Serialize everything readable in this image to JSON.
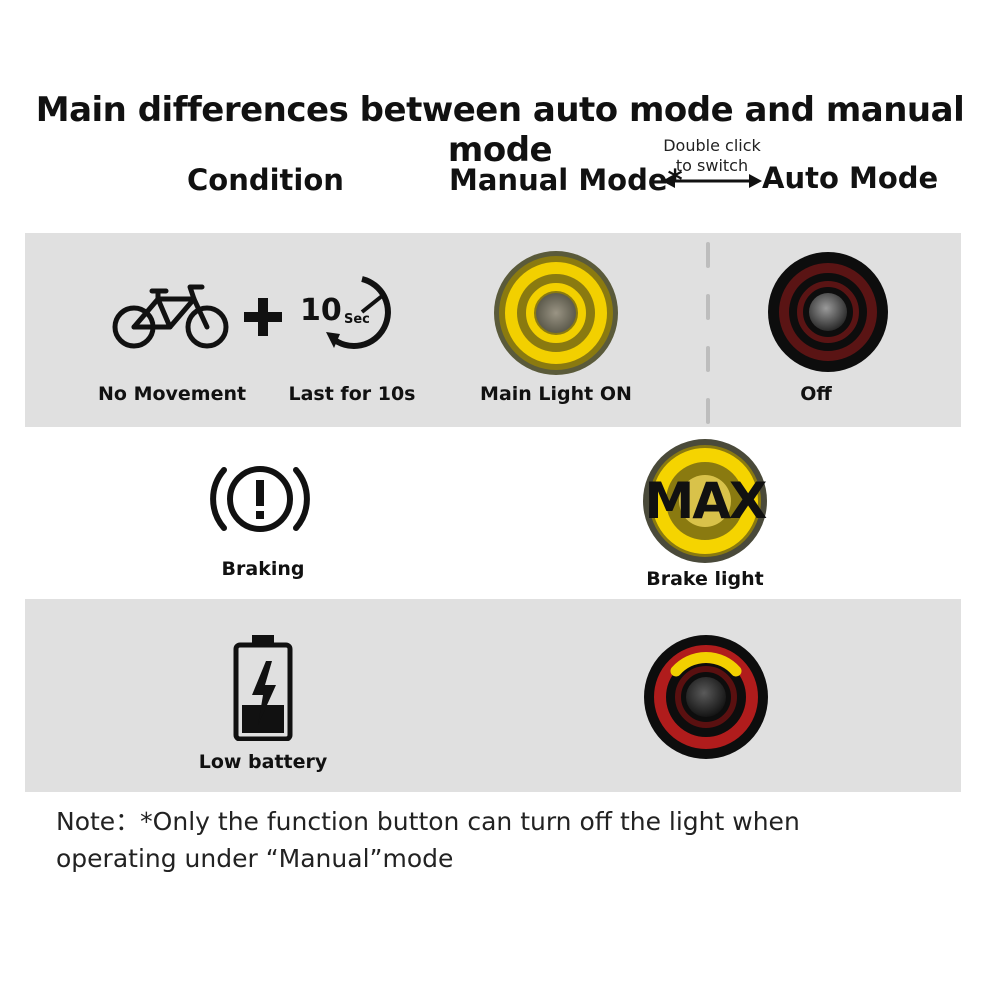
{
  "title": "Main differences between auto mode and manual mode",
  "headers": {
    "condition": "Condition",
    "manual": "Manual Mode*",
    "switch_line1": "Double click",
    "switch_line2": "to switch",
    "auto": "Auto Mode"
  },
  "rows": {
    "movement": {
      "no_movement": "No Movement",
      "timer_text": "10",
      "timer_unit": "Sec",
      "last_for": "Last for 10s",
      "manual_result": "Main Light ON",
      "auto_result": "Off"
    },
    "braking": {
      "condition": "Braking",
      "max_text": "MAX",
      "result": "Brake light"
    },
    "battery": {
      "condition": "Low battery"
    }
  },
  "note": {
    "line1": "Note：*Only the function button can turn off the light  when",
    "line2": "operating under “Manual”mode"
  },
  "colors": {
    "band": "#e0e0e0",
    "amber": "#e8c200",
    "red": "#b01c1c"
  }
}
